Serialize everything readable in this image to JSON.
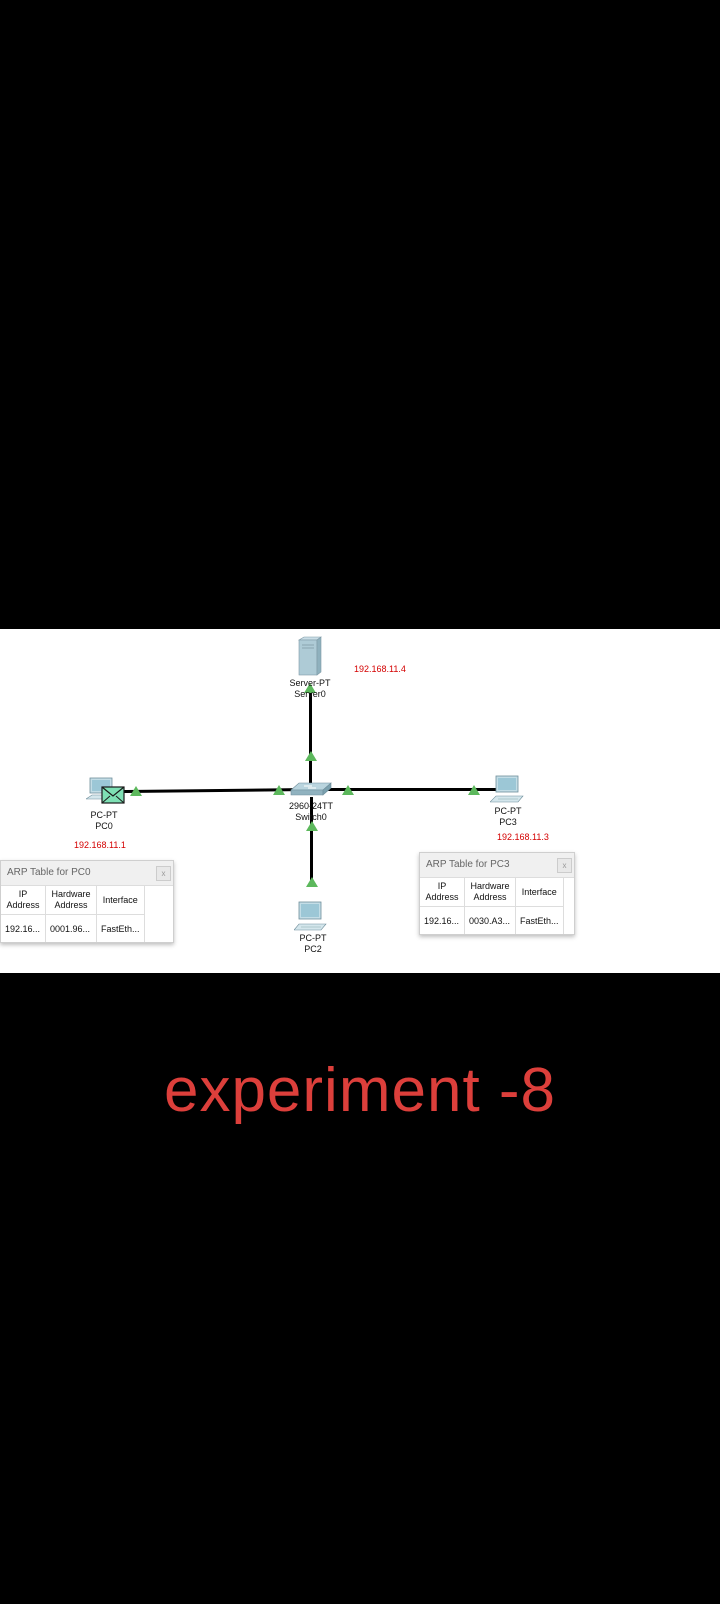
{
  "devices": {
    "server": {
      "type": "Server-PT",
      "name": "Server0",
      "ip": "192.168.11.4"
    },
    "switch": {
      "type": "2960-24TT",
      "name": "Switch0"
    },
    "pc0": {
      "type": "PC-PT",
      "name": "PC0",
      "ip": "192.168.11.1"
    },
    "pc2": {
      "type": "PC-PT",
      "name": "PC2"
    },
    "pc3": {
      "type": "PC-PT",
      "name": "PC3",
      "ip": "192.168.11.3"
    }
  },
  "arp_tables": {
    "pc0": {
      "title": "ARP Table for PC0",
      "close": "x",
      "headers": [
        "IP Address",
        "Hardware Address",
        "Interface"
      ],
      "rows": [
        [
          "192.16...",
          "0001.96...",
          "FastEth..."
        ]
      ]
    },
    "pc3": {
      "title": "ARP Table for PC3",
      "close": "x",
      "headers": [
        "IP Address",
        "Hardware Address",
        "Interface"
      ],
      "rows": [
        [
          "192.16...",
          "0030.A3...",
          "FastEth..."
        ]
      ]
    }
  },
  "caption": "experiment -8",
  "colors": {
    "link_indicator": "#5cb85c",
    "ip_text": "#d40000",
    "caption": "#dc3f3b"
  }
}
